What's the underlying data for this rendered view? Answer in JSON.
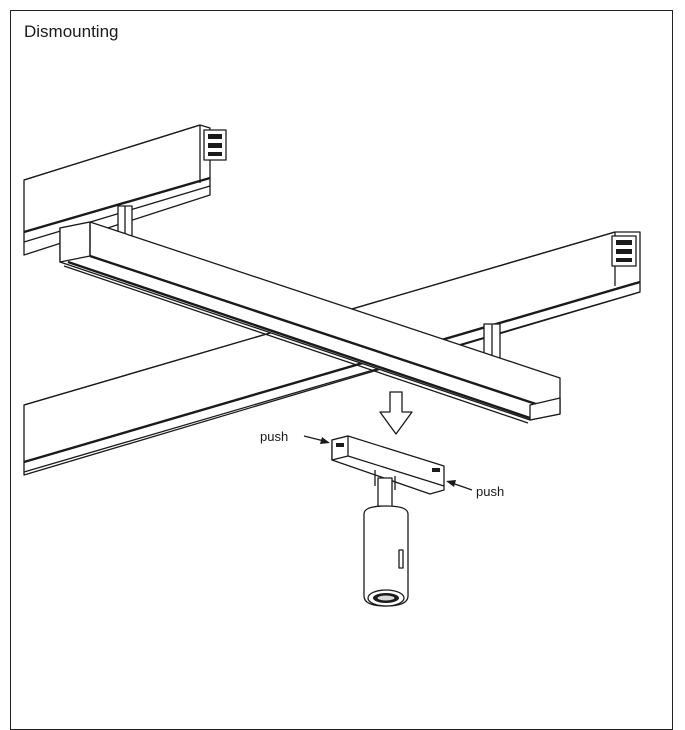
{
  "title": "Dismounting",
  "labels": {
    "push_left": "push",
    "push_right": "push"
  },
  "colors": {
    "line": "#1a1a1a",
    "background": "#ffffff"
  }
}
